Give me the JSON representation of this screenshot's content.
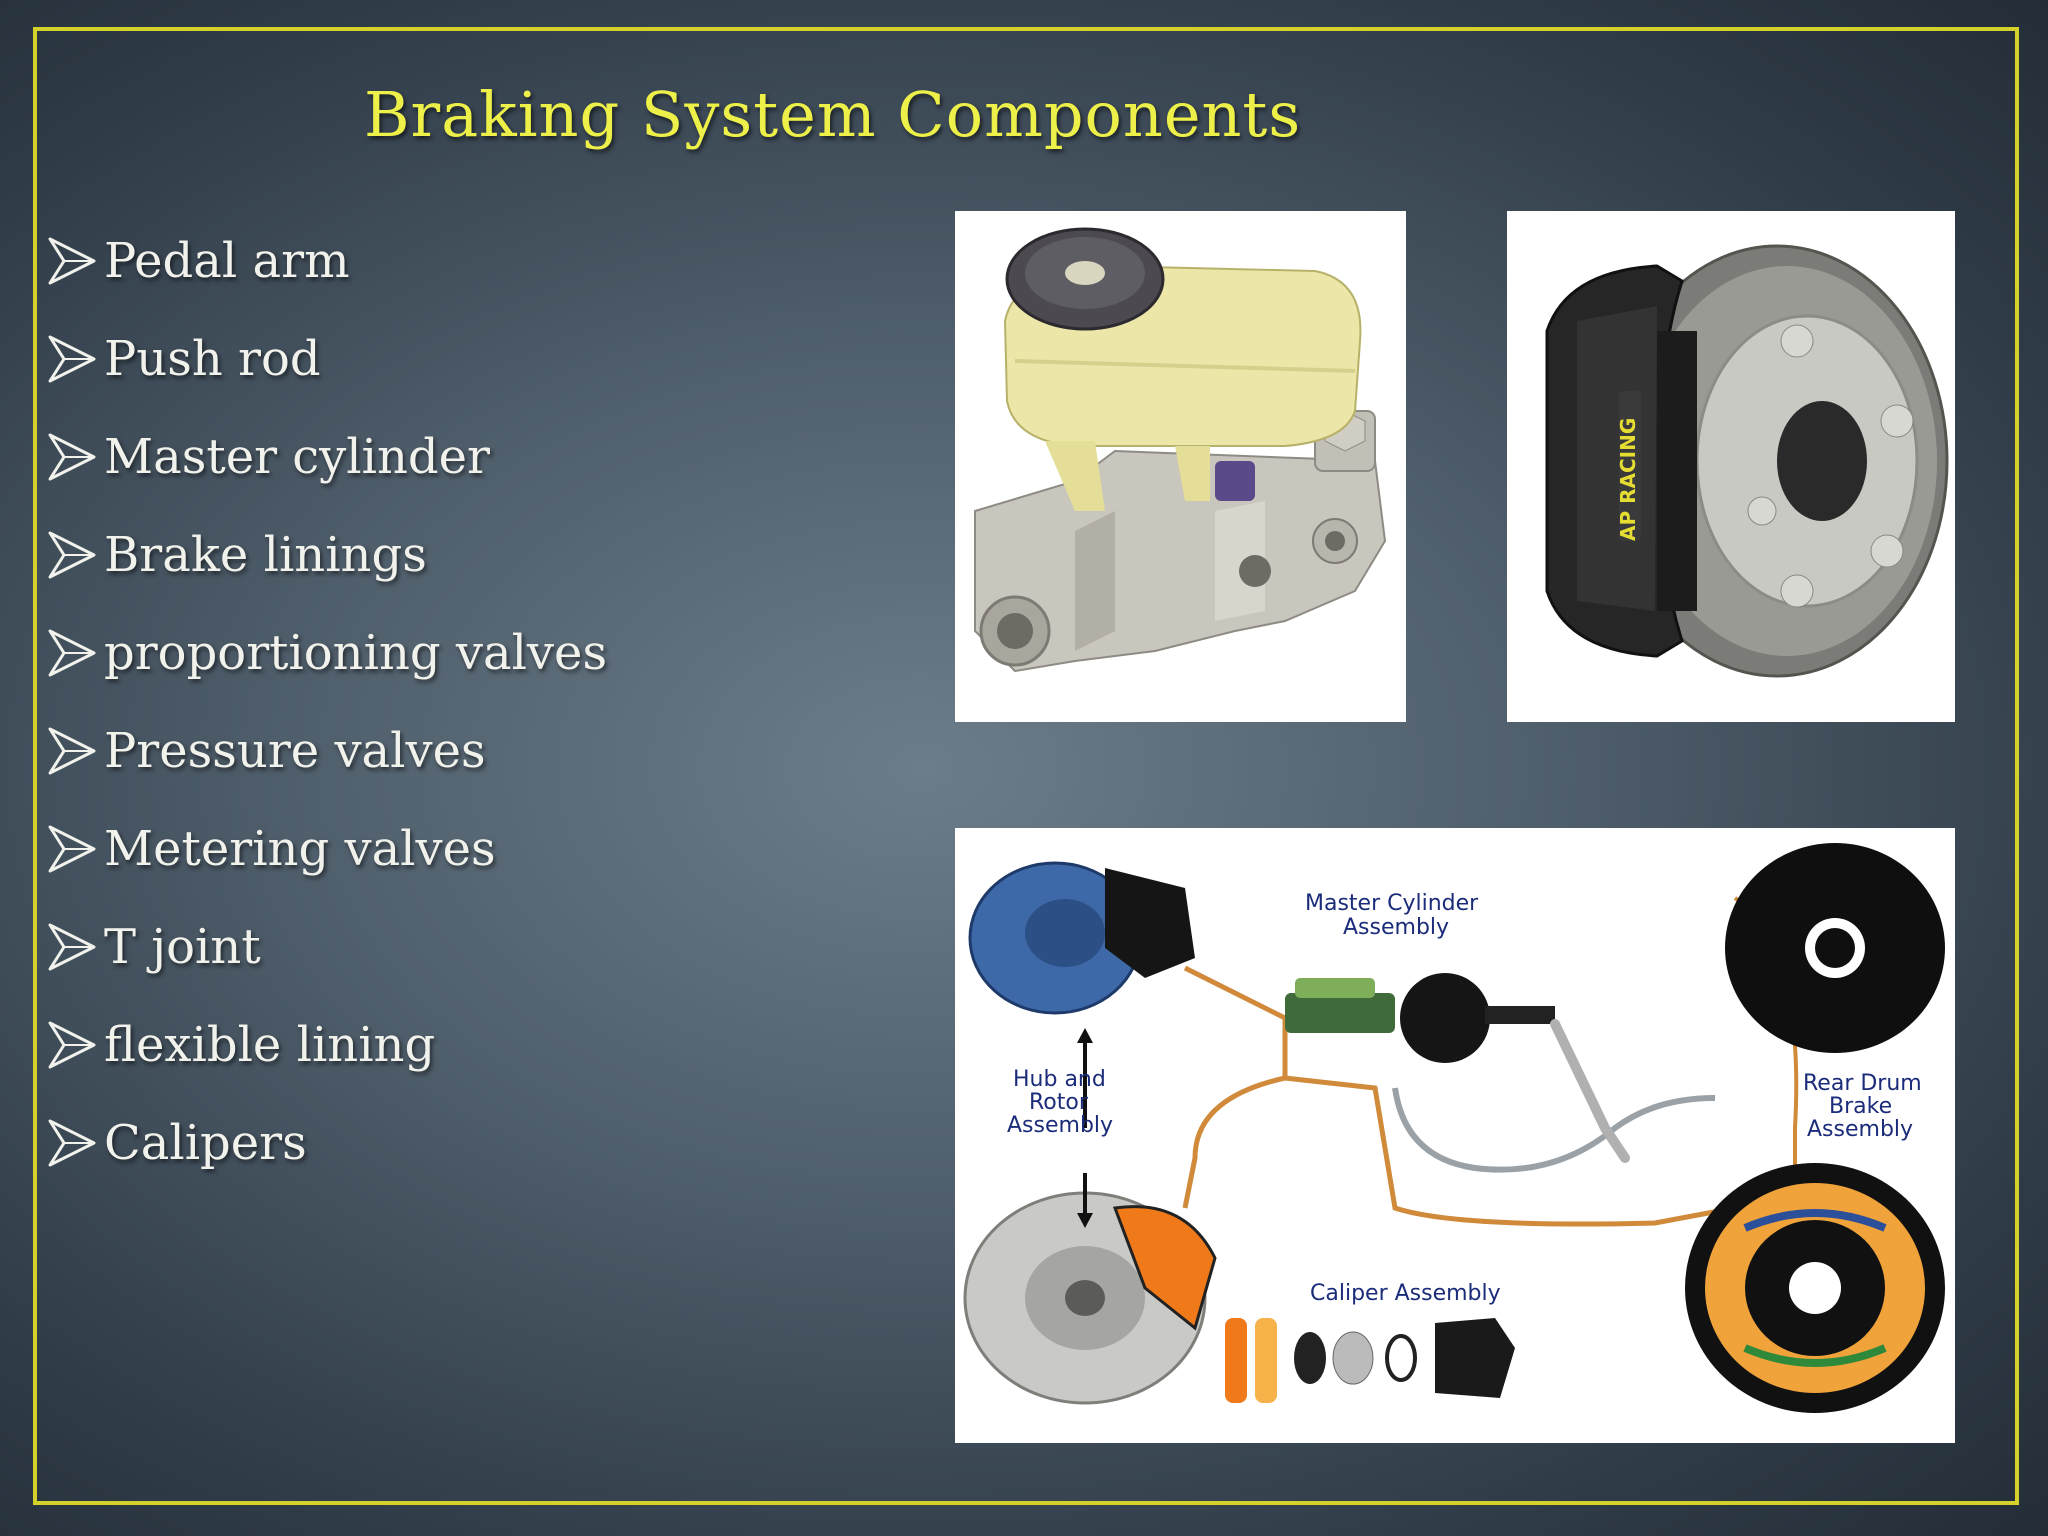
{
  "slide": {
    "title": "Braking System Components",
    "bullets": [
      "Pedal arm",
      "Push rod",
      "Master cylinder",
      "Brake linings",
      "proportioning valves",
      "Pressure valves",
      "Metering valves",
      "T joint",
      "flexible lining",
      "Calipers"
    ],
    "colors": {
      "accent": "#d4d22a",
      "title": "#eef04a",
      "text": "#f2f2ec"
    }
  },
  "diagram": {
    "master_cylinder_assembly": [
      "Master Cylinder",
      "Assembly"
    ],
    "hub_rotor_assembly": [
      "Hub and",
      "Rotor",
      "Assembly"
    ],
    "rear_drum_assembly": [
      "Rear Drum",
      "Brake",
      "Assembly"
    ],
    "caliper_assembly": "Caliper Assembly"
  }
}
